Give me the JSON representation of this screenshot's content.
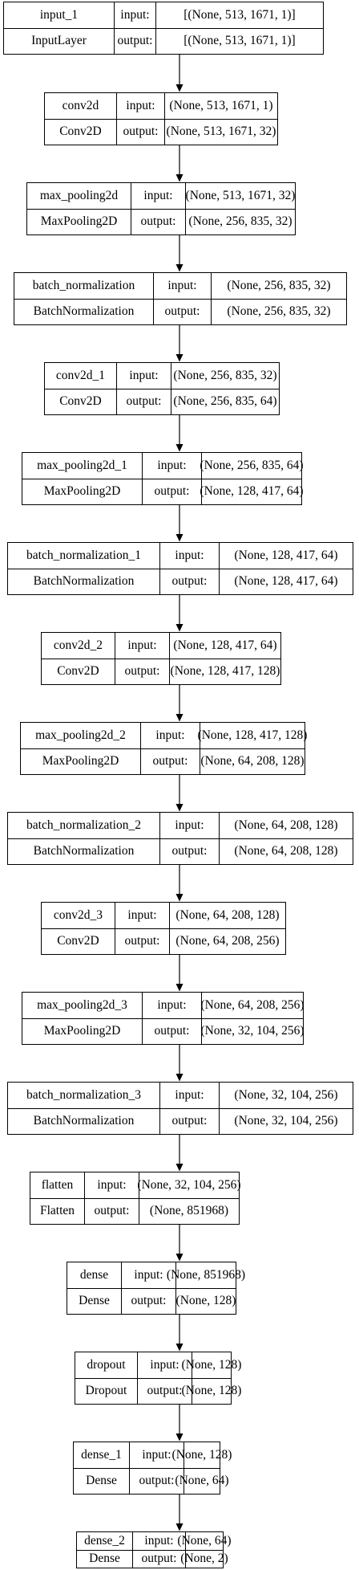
{
  "diagram": {
    "port_labels": {
      "input": "input:",
      "output": "output:"
    },
    "layers": [
      {
        "name": "input_1",
        "type": "InputLayer",
        "input": "[(None, 513, 1671, 1)]",
        "output": "[(None, 513, 1671, 1)]"
      },
      {
        "name": "conv2d",
        "type": "Conv2D",
        "input": "(None, 513, 1671, 1)",
        "output": "(None, 513, 1671, 32)"
      },
      {
        "name": "max_pooling2d",
        "type": "MaxPooling2D",
        "input": "(None, 513, 1671, 32)",
        "output": "(None, 256, 835, 32)"
      },
      {
        "name": "batch_normalization",
        "type": "BatchNormalization",
        "input": "(None, 256, 835, 32)",
        "output": "(None, 256, 835, 32)"
      },
      {
        "name": "conv2d_1",
        "type": "Conv2D",
        "input": "(None, 256, 835, 32)",
        "output": "(None, 256, 835, 64)"
      },
      {
        "name": "max_pooling2d_1",
        "type": "MaxPooling2D",
        "input": "(None, 256, 835, 64)",
        "output": "(None, 128, 417, 64)"
      },
      {
        "name": "batch_normalization_1",
        "type": "BatchNormalization",
        "input": "(None, 128, 417, 64)",
        "output": "(None, 128, 417, 64)"
      },
      {
        "name": "conv2d_2",
        "type": "Conv2D",
        "input": "(None, 128, 417, 64)",
        "output": "(None, 128, 417, 128)"
      },
      {
        "name": "max_pooling2d_2",
        "type": "MaxPooling2D",
        "input": "(None, 128, 417, 128)",
        "output": "(None, 64, 208, 128)"
      },
      {
        "name": "batch_normalization_2",
        "type": "BatchNormalization",
        "input": "(None, 64, 208, 128)",
        "output": "(None, 64, 208, 128)"
      },
      {
        "name": "conv2d_3",
        "type": "Conv2D",
        "input": "(None, 64, 208, 128)",
        "output": "(None, 64, 208, 256)"
      },
      {
        "name": "max_pooling2d_3",
        "type": "MaxPooling2D",
        "input": "(None, 64, 208, 256)",
        "output": "(None, 32, 104, 256)"
      },
      {
        "name": "batch_normalization_3",
        "type": "BatchNormalization",
        "input": "(None, 32, 104, 256)",
        "output": "(None, 32, 104, 256)"
      },
      {
        "name": "flatten",
        "type": "Flatten",
        "input": "(None, 32, 104, 256)",
        "output": "(None, 851968)"
      },
      {
        "name": "dense",
        "type": "Dense",
        "input": "(None, 851968)",
        "output": "(None, 128)"
      },
      {
        "name": "dropout",
        "type": "Dropout",
        "input": "(None, 128)",
        "output": "(None, 128)"
      },
      {
        "name": "dense_1",
        "type": "Dense",
        "input": "(None, 128)",
        "output": "(None, 64)"
      },
      {
        "name": "dense_2",
        "type": "Dense",
        "input": "(None, 64)",
        "output": "(None, 2)"
      }
    ]
  }
}
